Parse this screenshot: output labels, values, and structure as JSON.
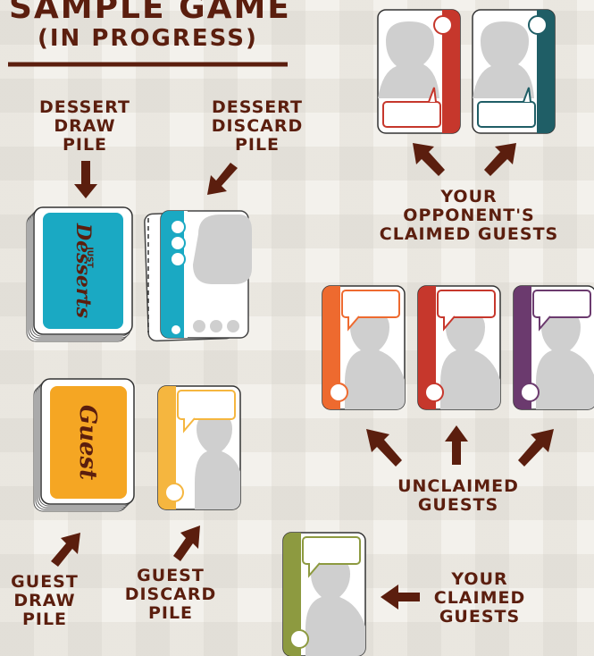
{
  "title": {
    "line1": "SAMPLE GAME",
    "line2": "(IN PROGRESS)"
  },
  "labels": {
    "dessert_draw": [
      "DESSERT",
      "DRAW",
      "PILE"
    ],
    "dessert_discard": [
      "DESSERT",
      "DISCARD",
      "PILE"
    ],
    "opponent_claimed": [
      "YOUR",
      "OPPONENT'S",
      "CLAIMED GUESTS"
    ],
    "unclaimed": [
      "UNCLAIMED",
      "GUESTS"
    ],
    "guest_draw": [
      "GUEST",
      "DRAW",
      "PILE"
    ],
    "guest_discard": [
      "GUEST",
      "DISCARD",
      "PILE"
    ],
    "your_claimed": [
      "YOUR",
      "CLAIMED",
      "GUESTS"
    ]
  },
  "cards": {
    "dessert_back": {
      "small_text": "JUST",
      "brand": "Desserts"
    },
    "guest_back": {
      "brand": "Guest"
    }
  },
  "colors": {
    "title": "#5b1e0e",
    "arrow": "#5b1e0e",
    "dessert_back": "#1aa9c3",
    "guest_back": "#f5a623",
    "discard_guest": "#f5b63f",
    "opponent_red": "#c6372c",
    "opponent_teal": "#1f5e66",
    "unclaimed_orange": "#ee6a2f",
    "unclaimed_red": "#c6372c",
    "unclaimed_purple": "#6b3a6e",
    "your_olive": "#8d9a40"
  }
}
